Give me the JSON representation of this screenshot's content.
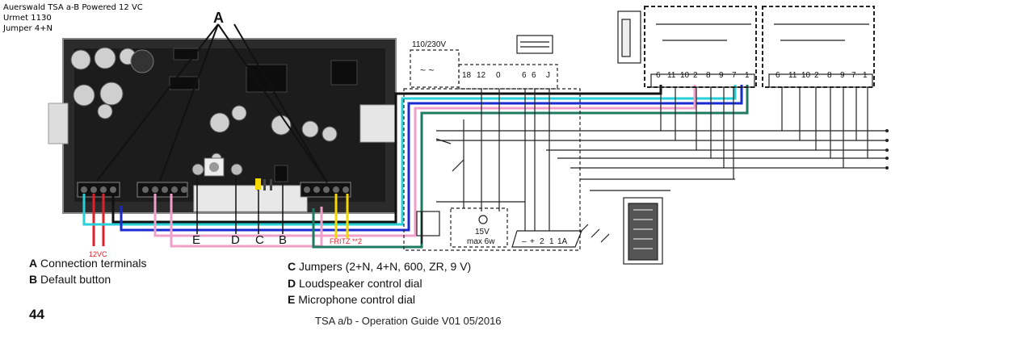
{
  "header_notes": [
    "Auerswald TSA a-B Powered 12 VC",
    "Urmet 1130",
    "Jumper 4+N"
  ],
  "callout_letter": "A",
  "board_letters": [
    "E",
    "D",
    "C",
    "B"
  ],
  "red_label": "12VC",
  "fritz_label": "FRITZ **2",
  "mains_label": "110/230V",
  "transformer_terminals": [
    "18",
    "12",
    "0",
    "6",
    "6",
    "J"
  ],
  "lamp_label": [
    "15V",
    "max 6w"
  ],
  "terminal_strip": [
    "–",
    "+",
    "2",
    "1",
    "1A"
  ],
  "handset_terminals": [
    "6",
    "11",
    "10",
    "2",
    "8",
    "9",
    "7",
    "1"
  ],
  "legend": [
    {
      "key": "A",
      "text": "Connection terminals"
    },
    {
      "key": "B",
      "text": "Default button"
    },
    {
      "key": "C",
      "text": "Jumpers (2+N, 4+N, 600, ZR, 9 V)"
    },
    {
      "key": "D",
      "text": "Loudspeaker control dial"
    },
    {
      "key": "E",
      "text": "Microphone control dial"
    }
  ],
  "page_number": "44",
  "footer": "TSA a/b - Operation Guide V01 05/2016",
  "wire_colors": {
    "black": "#111111",
    "cyan": "#28d0d8",
    "blue": "#1a2ad0",
    "pink": "#f0a0c8",
    "green": "#1f7a60",
    "red": "#e0202a",
    "yellow": "#f5d800"
  }
}
